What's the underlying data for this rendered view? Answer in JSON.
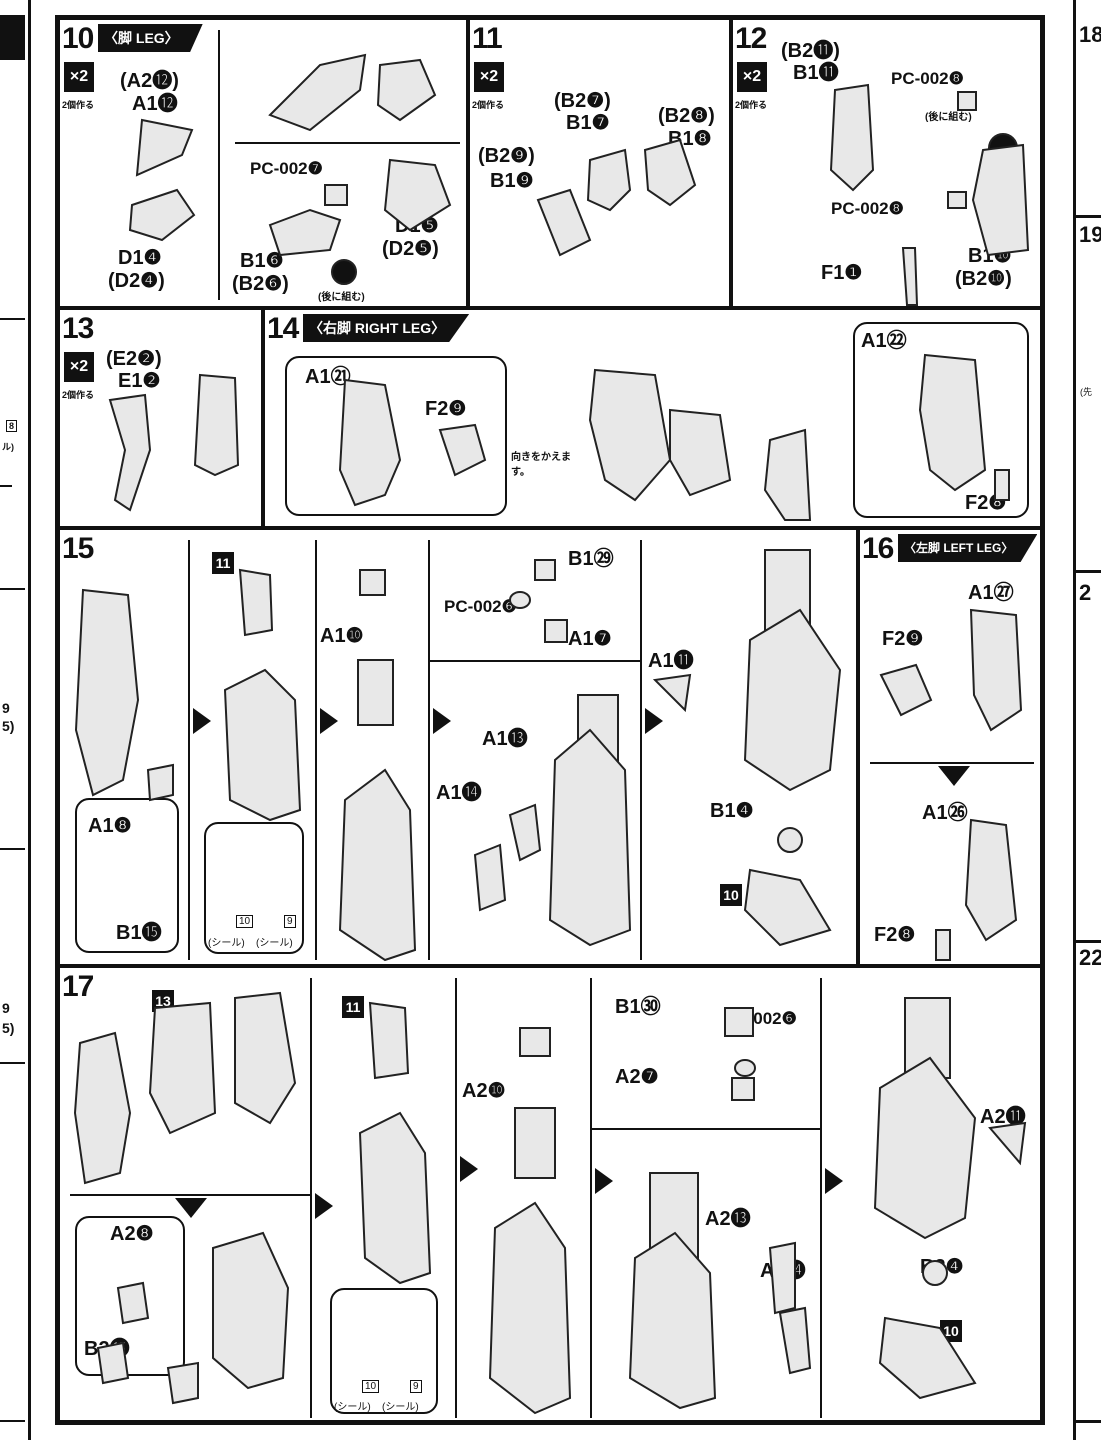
{
  "steps": {
    "s10": {
      "number": "10",
      "title": "〈脚 LEG〉",
      "multiplier": "×2",
      "multiplier_note": "2個作る",
      "labels": {
        "a": "(A2⓬)",
        "b": "A1⓬",
        "c": "PC-002❼",
        "d": "D1❹",
        "e": "(D2❹)",
        "f": "B1❻",
        "g": "(B2❻)",
        "h": "D1❺",
        "i": "(D2❺)"
      },
      "note": "(後に組む)"
    },
    "s11": {
      "number": "11",
      "multiplier": "×2",
      "multiplier_note": "2個作る",
      "labels": {
        "a": "(B2❼)",
        "b": "B1❼",
        "c": "(B2❽)",
        "d": "B1❽",
        "e": "(B2❾)",
        "f": "B1❾"
      }
    },
    "s12": {
      "number": "12",
      "multiplier": "×2",
      "multiplier_note": "2個作る",
      "labels": {
        "a": "(B2⓫)",
        "b": "B1⓫",
        "c": "PC-002❽",
        "d": "PC-002❽",
        "e": "F1❶",
        "f": "B1❿",
        "g": "(B2❿)"
      },
      "note": "(後に組む)"
    },
    "s13": {
      "number": "13",
      "multiplier": "×2",
      "multiplier_note": "2個作る",
      "labels": {
        "a": "(E2❷)",
        "b": "E1❷"
      }
    },
    "s14": {
      "number": "14",
      "title": "〈右脚 RIGHT LEG〉",
      "labels": {
        "a": "A1㉑",
        "b": "F2❾",
        "c": "A1㉒",
        "d": "F2❽"
      },
      "note": "向きをかえます。"
    },
    "s15": {
      "number": "15",
      "labels": {
        "a": "A1❽",
        "b": "B1⓯",
        "c": "A1❿",
        "d": "PC-002❻",
        "e": "B1㉙",
        "f": "A1❼",
        "g": "A1⓭",
        "h": "A1⓮",
        "i": "A1⓫",
        "j": "B1❹"
      },
      "refs": {
        "r11": "11",
        "r10": "10"
      },
      "stickers": {
        "a": "(シール)",
        "b": "(シール)",
        "n1": "10",
        "n2": "9"
      }
    },
    "s16": {
      "number": "16",
      "title": "〈左脚 LEFT LEG〉",
      "labels": {
        "a": "F2❾",
        "b": "A1㉗",
        "c": "A1㉖",
        "d": "F2❽"
      }
    },
    "s17": {
      "number": "17",
      "labels": {
        "a": "A2❽",
        "b": "B2⓯",
        "c": "A2❿",
        "d": "B1㉚",
        "e": "PC-002❻",
        "f": "A2❼",
        "g": "A2⓭",
        "h": "A2⓮",
        "i": "A2⓫",
        "j": "B2❹"
      },
      "refs": {
        "r13": "13",
        "r11": "11",
        "r10": "10"
      },
      "stickers": {
        "a": "(シール)",
        "b": "(シール)",
        "n1": "10",
        "n2": "9"
      }
    }
  },
  "edges": {
    "left": {
      "a": "8",
      "b": "ル)",
      "c": "9",
      "d": "5)",
      "e": "9",
      "f": "5)"
    },
    "right": {
      "a": "18",
      "b": "19",
      "c": "2",
      "d": "22",
      "e": "(先"
    }
  }
}
